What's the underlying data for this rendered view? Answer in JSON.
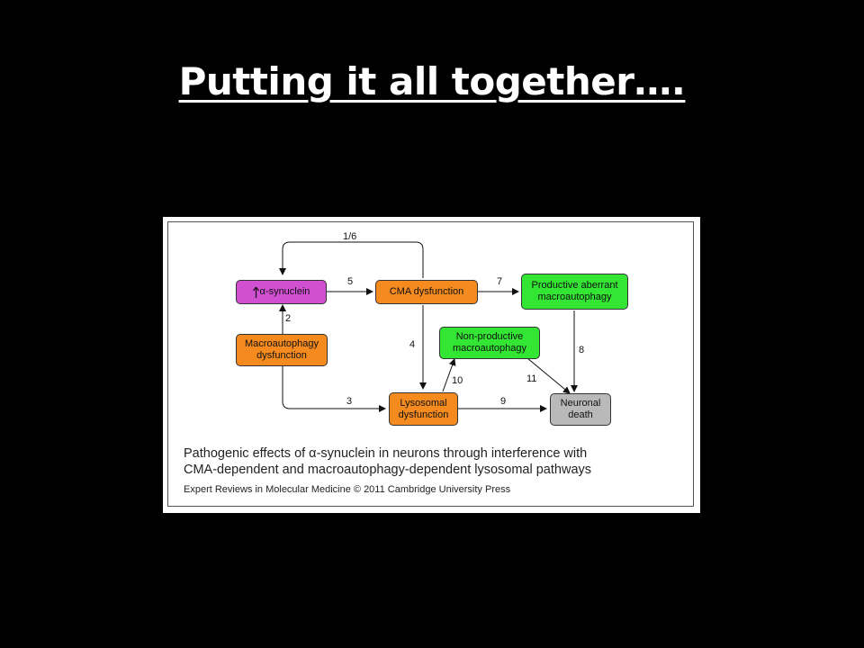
{
  "slide": {
    "title": "Putting it all together…."
  },
  "diagram": {
    "colors": {
      "magenta": "#d14fd1",
      "orange": "#f58a1f",
      "green": "#33e633",
      "gray": "#b9b9b9"
    },
    "nodes": {
      "alpha_synuclein": "α-synuclein",
      "alpha_synuclein_icon": "up-arrow-icon",
      "cma_dysfunction": "CMA dysfunction",
      "productive_line1": "Productive aberrant",
      "productive_line2": "macroautophagy",
      "macro_dys_line1": "Macroautophagy",
      "macro_dys_line2": "dysfunction",
      "nonproductive_line1": "Non-productive",
      "nonproductive_line2": "macroautophagy",
      "lysosomal_line1": "Lysosomal",
      "lysosomal_line2": "dysfunction",
      "neuronal_line1": "Neuronal",
      "neuronal_line2": "death"
    },
    "edges": {
      "e1_6": "1/6",
      "e2": "2",
      "e3": "3",
      "e4": "4",
      "e5": "5",
      "e7": "7",
      "e8": "8",
      "e9": "9",
      "e10": "10",
      "e11": "11"
    },
    "caption": {
      "line1": "Pathogenic effects of α-synuclein in neurons through interference with",
      "line2": "CMA-dependent and macroautophagy-dependent lysosomal pathways"
    },
    "credit": "Expert Reviews in Molecular Medicine © 2011 Cambridge University Press"
  }
}
